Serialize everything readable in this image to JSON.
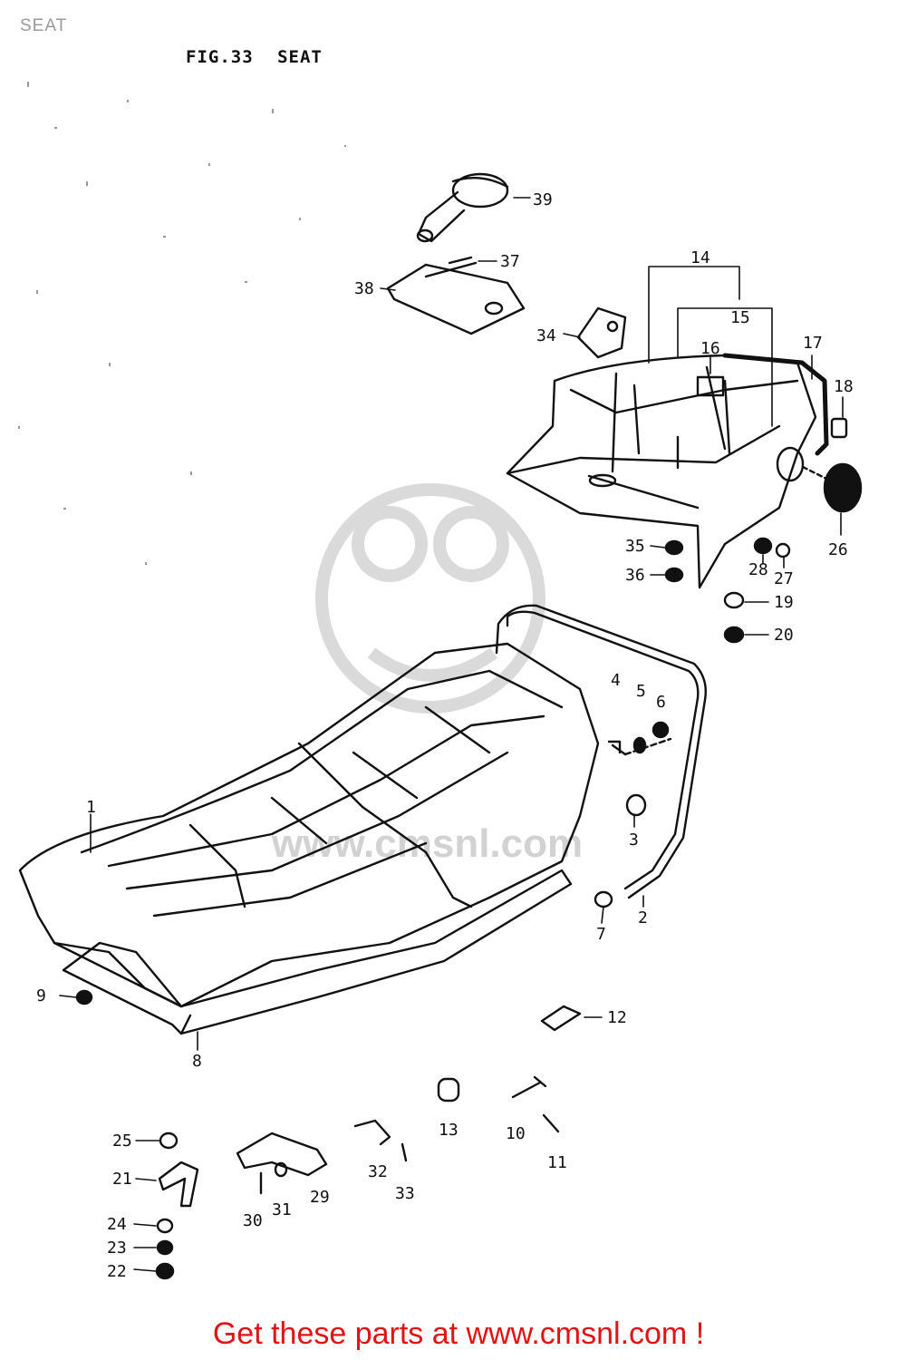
{
  "header": {
    "page_label": "SEAT",
    "figure_no": "FIG.33",
    "figure_title": "SEAT"
  },
  "footer": {
    "cta": "Get these parts at www.cmsnl.com !"
  },
  "watermark": {
    "text": "www.cmsnl.com",
    "logo": "cms-mascot-logo"
  },
  "colors": {
    "ink": "#111111",
    "cta": "#e01414",
    "header": "#9a9a9a",
    "watermark": "#d6d6d6"
  },
  "part_labels": [
    "1",
    "2",
    "3",
    "4",
    "5",
    "6",
    "7",
    "8",
    "9",
    "10",
    "11",
    "12",
    "13",
    "14",
    "15",
    "16",
    "17",
    "18",
    "19",
    "20",
    "21",
    "22",
    "23",
    "24",
    "25",
    "26",
    "27",
    "28",
    "29",
    "30",
    "31",
    "32",
    "33",
    "34",
    "35",
    "36",
    "37",
    "38",
    "39"
  ]
}
